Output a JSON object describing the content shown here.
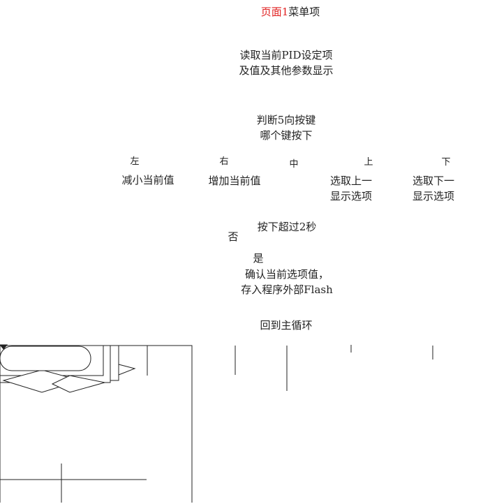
{
  "title": {
    "accent": "页面1",
    "rest": "菜单项"
  },
  "nodes": {
    "read_pid": [
      "读取当前PID设定项",
      "及值及其他参数显示"
    ],
    "judge_keys": [
      "判断5向按键",
      "哪个键按下"
    ],
    "long_press": "按下超过2秒",
    "confirm": [
      "确认当前选项值，",
      "存入程序外部Flash"
    ],
    "return_main": "回到主循环"
  },
  "keys": {
    "left": "左",
    "right": "右",
    "center": "中",
    "up": "上",
    "down": "下"
  },
  "actions": {
    "decrease": "减小当前值",
    "increase": "增加当前值",
    "select_prev": [
      "选取上一",
      "显示选项"
    ],
    "select_next": [
      "选取下一",
      "显示选项"
    ]
  },
  "branches": {
    "no": "否",
    "yes": "是"
  }
}
